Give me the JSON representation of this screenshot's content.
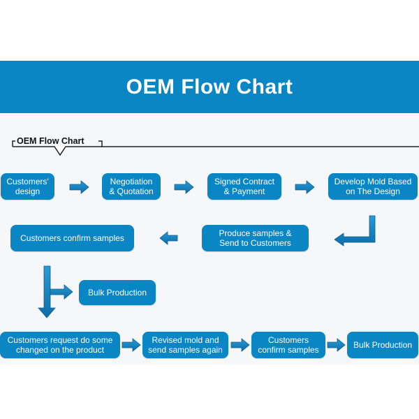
{
  "banner": {
    "title": "OEM Flow Chart"
  },
  "section": {
    "label": "OEM Flow Chart"
  },
  "steps": {
    "customers_design": "Customers'\ndesign",
    "negotiation": "Negotiation\n& Quotation",
    "signed_contract": "Signed Contract\n& Payment",
    "develop_mold": "Develop Mold Based\non The Design",
    "produce_samples": "Produce samples &\nSend to Customers",
    "customers_confirm_1": "Customers confirm samples",
    "bulk_production_1": "Bulk Production",
    "customers_request": "Customers request do some\nchanged on the product",
    "revised_mold": "Revised mold and\nsend samples again",
    "customers_confirm_2": "Customers\nconfirm samples",
    "bulk_production_2": "Bulk Production"
  },
  "colors": {
    "brand_blue": "#0a86c4",
    "arrow_blue": "#1580c0"
  }
}
